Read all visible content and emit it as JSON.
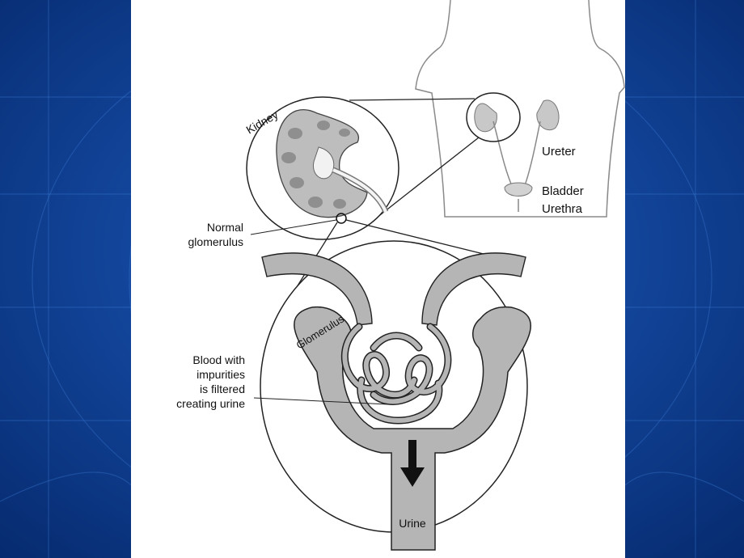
{
  "colors": {
    "background": "#0d3a8a",
    "background_dark": "#062a6e",
    "panel": "#ffffff",
    "tissue": "#b5b5b5",
    "outline": "#222222"
  },
  "labels": {
    "kidney": "Kidney",
    "ureter": "Ureter",
    "bladder": "Bladder",
    "urethra": "Urethra",
    "normal_glomerulus_line1": "Normal",
    "normal_glomerulus_line2": "glomerulus",
    "glomerulus": "Glomerulus",
    "filter_line1": "Blood with",
    "filter_line2": "impurities",
    "filter_line3": "is filtered",
    "filter_line4": "creating urine",
    "urine": "Urine"
  }
}
